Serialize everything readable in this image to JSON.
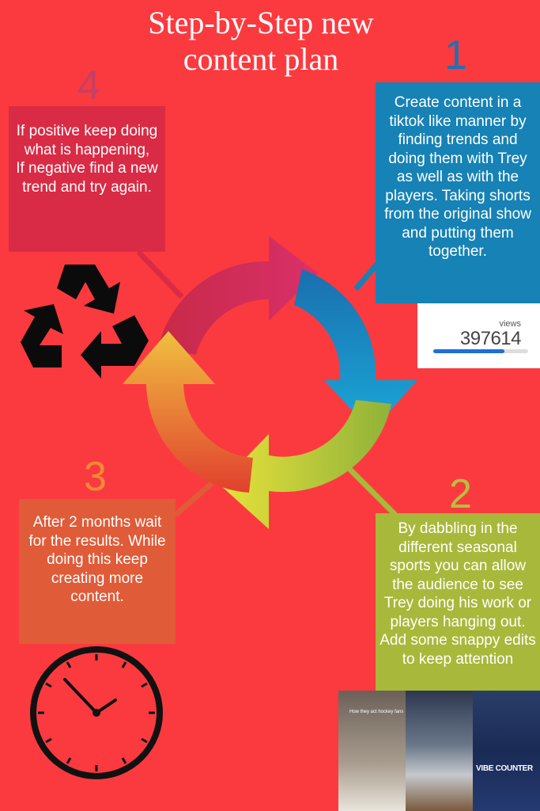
{
  "title": "Step-by-Step new\ncontent plan",
  "steps": [
    {
      "number": "1",
      "text": "Create content in a tiktok like manner by finding trends and doing them with Trey as well as with the players. Taking shorts from the original show and putting them together."
    },
    {
      "number": "2",
      "text": "By dabbling in the different seasonal sports you can allow the audience to see Trey doing his work or players hanging out. Add some snappy edits to keep attention"
    },
    {
      "number": "3",
      "text": "After 2 months wait for the results. While doing this keep creating more content."
    },
    {
      "number": "4",
      "text": "If positive keep doing what is happening,\nIf negative find a new trend and try again."
    }
  ],
  "views_widget": {
    "label": "views",
    "count": "397614",
    "progress": 0.75
  },
  "thumbnails": [
    {
      "caption": "How they act hockey fans"
    },
    {
      "caption": ""
    },
    {
      "caption": "VIBE COUNTER"
    }
  ],
  "colors": {
    "background": "#fb3a3f",
    "step1": "#1682b5",
    "step2": "#a8b83a",
    "step3": "#e05b38",
    "step4": "#d92b45"
  },
  "icons": [
    "recycle-icon",
    "clock-icon",
    "cycle-arrows-icon"
  ]
}
